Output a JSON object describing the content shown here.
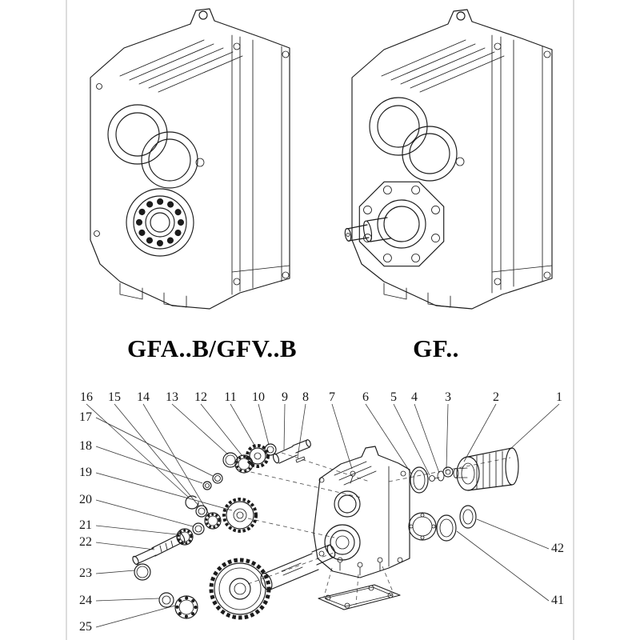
{
  "page": {
    "background": "#ffffff",
    "line_color": "#1c1c1c"
  },
  "models": {
    "left_label": "GFA..B/GFV..B",
    "right_label": "GF.."
  },
  "exploded": {
    "top_callouts": [
      "16",
      "15",
      "14",
      "13",
      "12",
      "11",
      "10",
      "9",
      "8",
      "7",
      "6",
      "5",
      "4",
      "3",
      "2",
      "1"
    ],
    "left_callouts": [
      "17",
      "18",
      "19",
      "20",
      "21",
      "22",
      "23",
      "24",
      "25"
    ],
    "right_callouts": [
      "42",
      "41"
    ]
  }
}
